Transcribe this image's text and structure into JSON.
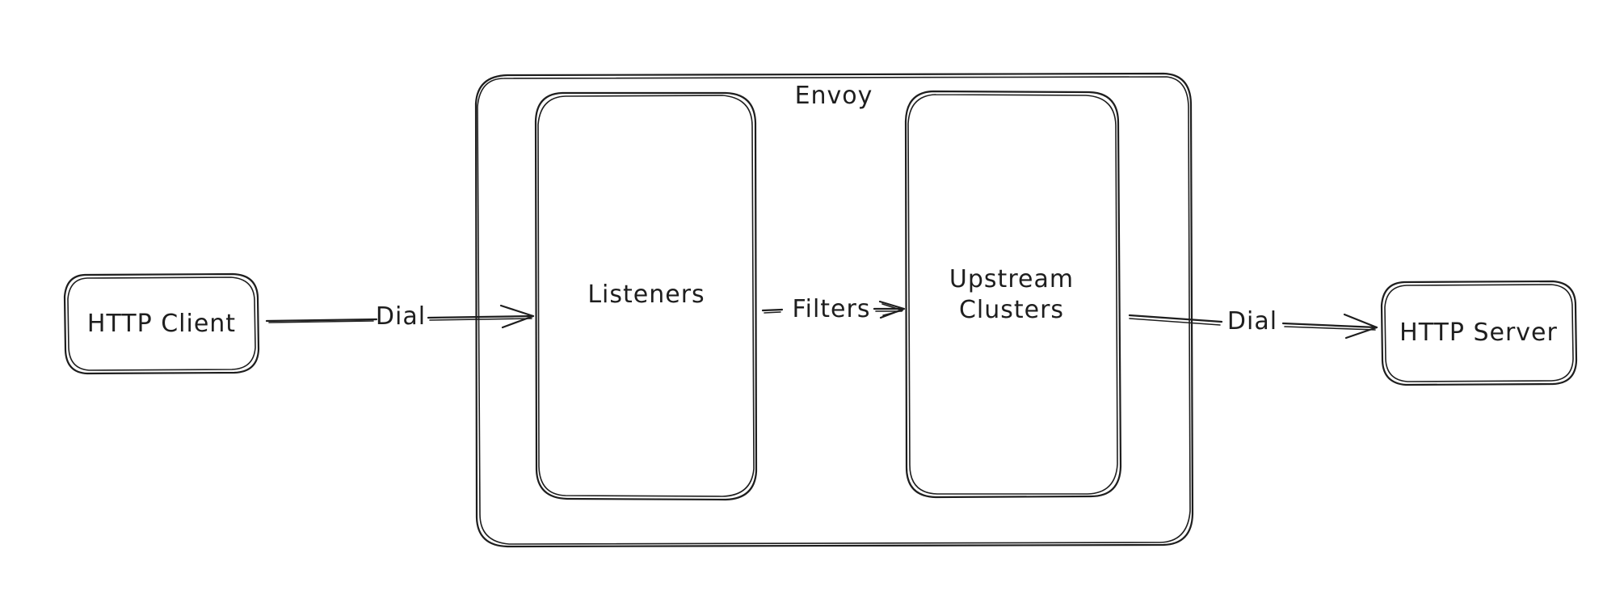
{
  "diagram": {
    "nodes": {
      "client": {
        "label": "HTTP Client"
      },
      "envoy": {
        "label": "Envoy"
      },
      "listeners": {
        "label": "Listeners"
      },
      "upstream": {
        "label_line1": "Upstream",
        "label_line2": "Clusters"
      },
      "server": {
        "label": "HTTP Server"
      }
    },
    "edges": {
      "client_to_listeners": {
        "label": "Dial"
      },
      "listeners_to_upstream": {
        "label": "Filters"
      },
      "upstream_to_server": {
        "label": "Dial"
      }
    },
    "colors": {
      "stroke": "#1e1e1e",
      "background": "#ffffff"
    }
  }
}
